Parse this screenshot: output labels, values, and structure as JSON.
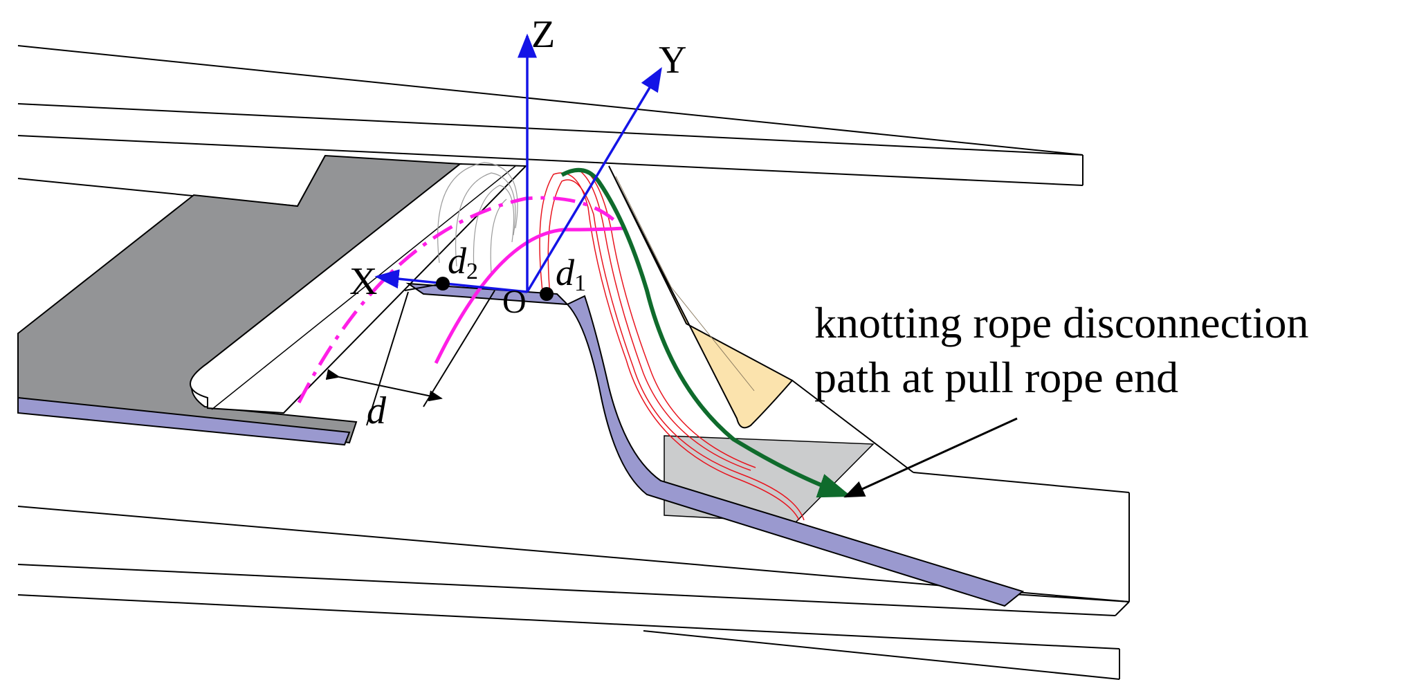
{
  "axes": {
    "z_label": "Z",
    "y_label": "Y",
    "x_label": "X",
    "origin_label": "O"
  },
  "dimensions": {
    "d": "d",
    "d1_base": "d",
    "d1_sub": "1",
    "d2_base": "d",
    "d2_sub": "2"
  },
  "annotation": {
    "line1": "knotting rope disconnection",
    "line2": "path at pull rope end"
  },
  "colors": {
    "axis": "#1414e6",
    "path_green": "#0f6b2c",
    "path_magenta": "#ff1ee6",
    "rope_red": "#e8141e",
    "plate_blue": "#9a99cf",
    "plate_grey": "#939496",
    "tongue_tan": "#fbe3ad",
    "shadow_grey": "#cbcccd"
  }
}
